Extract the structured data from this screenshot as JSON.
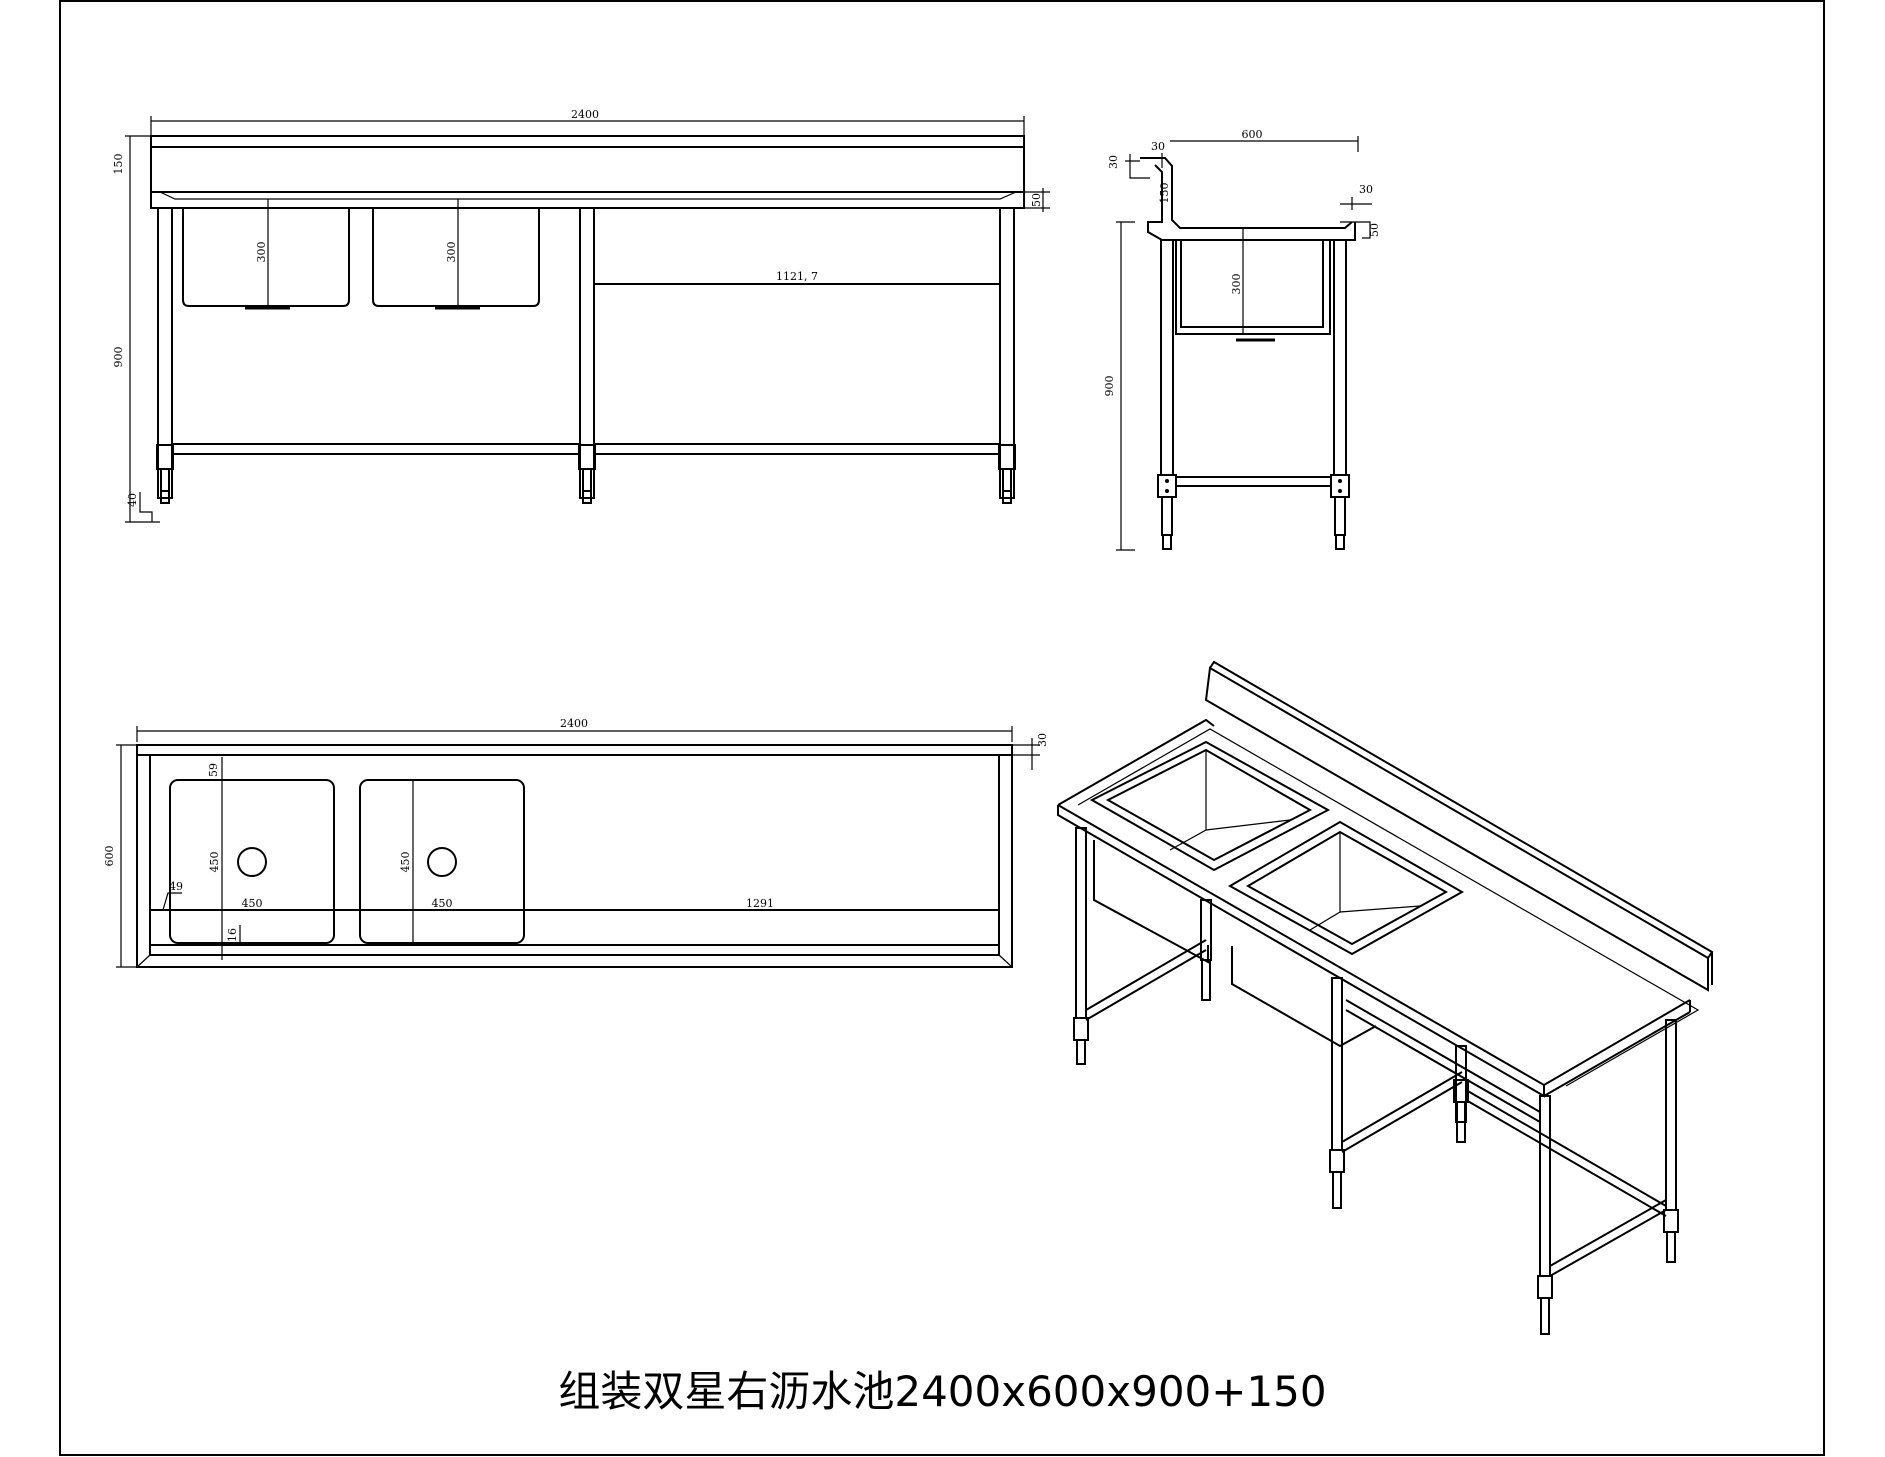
{
  "title": "组装双星右沥水池2400x600x900+150",
  "front_view": {
    "dim_width": "2400",
    "dim_backsplash": "150",
    "dim_height": "900",
    "dim_sink_depth_1": "300",
    "dim_sink_depth_2": "300",
    "dim_drainboard": "1121, 7",
    "dim_edge": "50",
    "dim_foot": "40"
  },
  "side_view": {
    "dim_depth": "600",
    "dim_top_30a": "30",
    "dim_top_30b": "30",
    "dim_backsplash": "150",
    "dim_front_30": "30",
    "dim_edge": "50",
    "dim_sink_depth": "300",
    "dim_height": "900"
  },
  "top_view": {
    "dim_width": "2400",
    "dim_depth": "600",
    "dim_edge": "30",
    "dim_back_offset": "59",
    "dim_bowl_depth_1": "450",
    "dim_bowl_depth_2": "450",
    "dim_bowl_width_1": "450",
    "dim_bowl_width_2": "450",
    "dim_drainboard": "1291",
    "dim_left_offset": "49",
    "dim_gap": "16"
  }
}
